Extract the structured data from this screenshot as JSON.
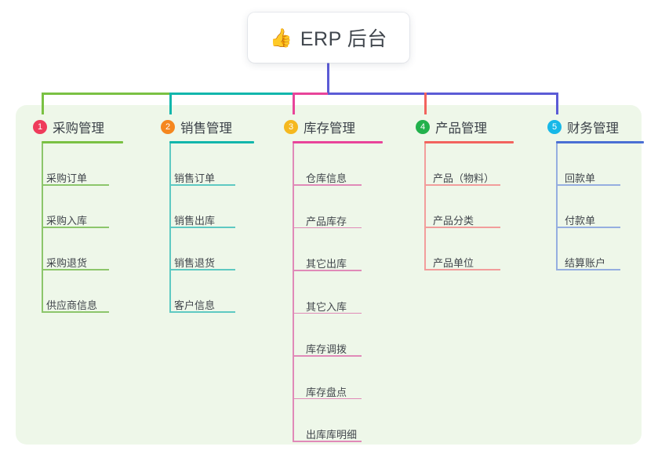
{
  "title": {
    "icon": "thumbs-up-icon",
    "emoji": "👍",
    "text": "ERP 后台"
  },
  "theme": {
    "panel_bg": "#eef7e9",
    "page_bg": "#ffffff",
    "text": "#41464c"
  },
  "connectors": {
    "trunk_color": "#5b5bd6",
    "segments": [
      {
        "name": "green-segment",
        "color": "#7ac143"
      },
      {
        "name": "teal-segment",
        "color": "#12b6ac"
      },
      {
        "name": "magenta-segment",
        "color": "#e8449a"
      },
      {
        "name": "blue-segment",
        "color": "#5b5bd6"
      }
    ],
    "drops": [
      "#7ac143",
      "#12b6ac",
      "#e8449a",
      "#f2635e",
      "#5b5bd6"
    ]
  },
  "columns": [
    {
      "index": "1",
      "title": "采购管理",
      "badge_color": "#ef3b5b",
      "rule_color": "#7ac143",
      "line_color": "#8cc66b",
      "items": [
        "采购订单",
        "采购入库",
        "采购退货",
        "供应商信息"
      ]
    },
    {
      "index": "2",
      "title": "销售管理",
      "badge_color": "#f5871f",
      "rule_color": "#12b6ac",
      "line_color": "#5ec9c2",
      "items": [
        "销售订单",
        "销售出库",
        "销售退货",
        "客户信息"
      ]
    },
    {
      "index": "3",
      "title": "库存管理",
      "badge_color": "#f5b81f",
      "rule_color": "#e8449a",
      "line_color": "#e08ab8",
      "items": [
        "仓库信息",
        "产品库存",
        "其它出库",
        "其它入库",
        "库存调拨",
        "库存盘点",
        "出库库明细"
      ]
    },
    {
      "index": "4",
      "title": "产品管理",
      "badge_color": "#22b14c",
      "rule_color": "#f2635e",
      "line_color": "#f29d9b",
      "items": [
        "产品（物料）",
        "产品分类",
        "产品单位"
      ]
    },
    {
      "index": "5",
      "title": "财务管理",
      "badge_color": "#17b8e8",
      "rule_color": "#4a6fd4",
      "line_color": "#95aee0",
      "items": [
        "回款单",
        "付款单",
        "结算账户"
      ]
    }
  ]
}
